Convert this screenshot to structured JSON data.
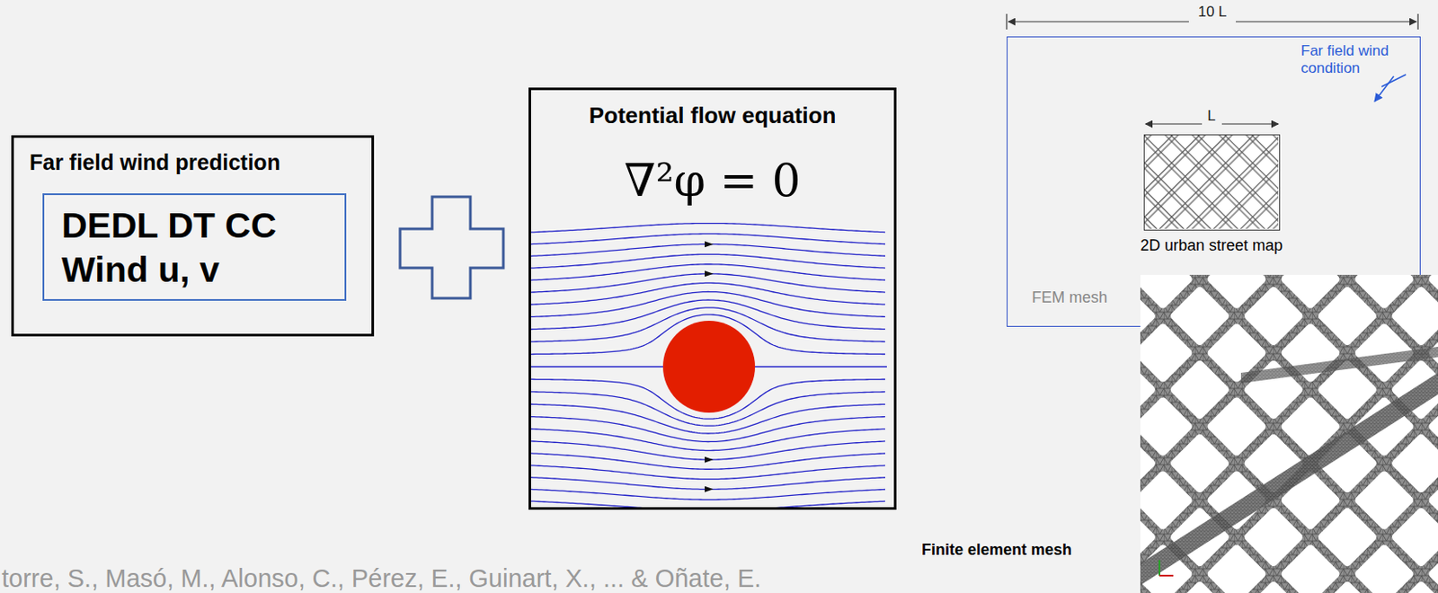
{
  "diagram": {
    "nodes": [
      {
        "text": [
          "Far field wind prediction"
        ]
      },
      {
        "text": [
          "DEDL DT CC Wind u, v"
        ],
        "in": 0
      },
      {
        "text": [
          "Potential flow equation",
          "∇²φ = 0"
        ]
      },
      {
        "text": [
          "Far field wind condition",
          "FEM mesh"
        ]
      },
      {
        "text": [
          "2D urban street map"
        ],
        "in": 3
      }
    ],
    "labels": [
      "10 L",
      "L",
      "Finite element mesh",
      "torre, S., Masó, M., Alonso, C., Pérez, E., Guinart, X., ... & Oñate, E."
    ]
  }
}
